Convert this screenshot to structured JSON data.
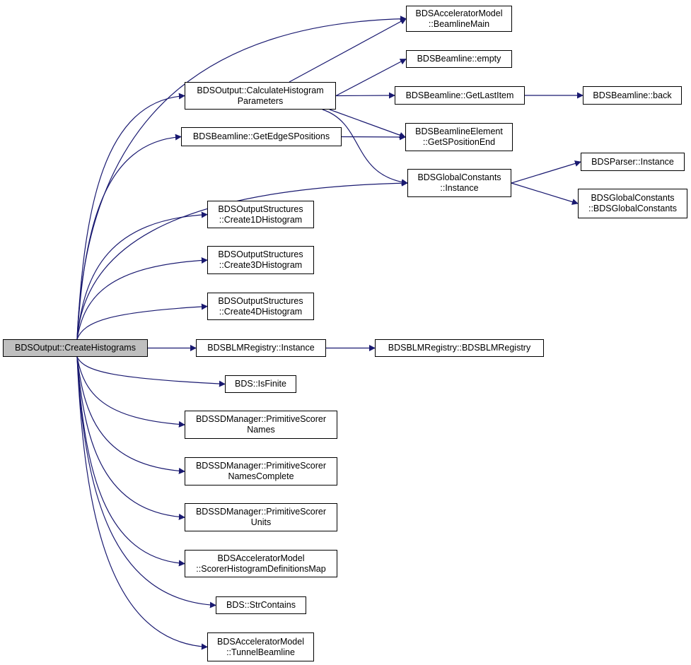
{
  "colors": {
    "edge": "#191970",
    "root_fill": "#bfbfbf",
    "node_fill": "#ffffff",
    "border": "#000000"
  },
  "nodes": {
    "create_histograms": {
      "lines": [
        "BDSOutput::CreateHistograms"
      ]
    },
    "beamline_main": {
      "lines": [
        "BDSAcceleratorModel",
        "::BeamlineMain"
      ]
    },
    "beamline_empty": {
      "lines": [
        "BDSBeamline::empty"
      ]
    },
    "calculate_histogram_parameters": {
      "lines": [
        "BDSOutput::CalculateHistogram",
        "Parameters"
      ]
    },
    "get_last_item": {
      "lines": [
        "BDSBeamline::GetLastItem"
      ]
    },
    "beamline_back": {
      "lines": [
        "BDSBeamline::back"
      ]
    },
    "get_edge_s_positions": {
      "lines": [
        "BDSBeamline::GetEdgeSPositions"
      ]
    },
    "get_s_position_end": {
      "lines": [
        "BDSBeamlineElement",
        "::GetSPositionEnd"
      ]
    },
    "global_constants_instance": {
      "lines": [
        "BDSGlobalConstants",
        "::Instance"
      ]
    },
    "parser_instance": {
      "lines": [
        "BDSParser::Instance"
      ]
    },
    "global_constants_ctor": {
      "lines": [
        "BDSGlobalConstants",
        "::BDSGlobalConstants"
      ]
    },
    "create_1d_histogram": {
      "lines": [
        "BDSOutputStructures",
        "::Create1DHistogram"
      ]
    },
    "create_3d_histogram": {
      "lines": [
        "BDSOutputStructures",
        "::Create3DHistogram"
      ]
    },
    "create_4d_histogram": {
      "lines": [
        "BDSOutputStructures",
        "::Create4DHistogram"
      ]
    },
    "blm_registry_instance": {
      "lines": [
        "BDSBLMRegistry::Instance"
      ]
    },
    "blm_registry_ctor": {
      "lines": [
        "BDSBLMRegistry::BDSBLMRegistry"
      ]
    },
    "is_finite": {
      "lines": [
        "BDS::IsFinite"
      ]
    },
    "primitive_scorer_names": {
      "lines": [
        "BDSSDManager::PrimitiveScorer",
        "Names"
      ]
    },
    "primitive_scorer_names_complete": {
      "lines": [
        "BDSSDManager::PrimitiveScorer",
        "NamesComplete"
      ]
    },
    "primitive_scorer_units": {
      "lines": [
        "BDSSDManager::PrimitiveScorer",
        "Units"
      ]
    },
    "scorer_histogram_definitions_map": {
      "lines": [
        "BDSAcceleratorModel",
        "::ScorerHistogramDefinitionsMap"
      ]
    },
    "str_contains": {
      "lines": [
        "BDS::StrContains"
      ]
    },
    "tunnel_beamline": {
      "lines": [
        "BDSAcceleratorModel",
        "::TunnelBeamline"
      ]
    }
  },
  "edges": [
    {
      "from": "create_histograms",
      "to": "beamline_main"
    },
    {
      "from": "create_histograms",
      "to": "calculate_histogram_parameters"
    },
    {
      "from": "create_histograms",
      "to": "get_edge_s_positions"
    },
    {
      "from": "create_histograms",
      "to": "global_constants_instance"
    },
    {
      "from": "create_histograms",
      "to": "create_1d_histogram"
    },
    {
      "from": "create_histograms",
      "to": "create_3d_histogram"
    },
    {
      "from": "create_histograms",
      "to": "create_4d_histogram"
    },
    {
      "from": "create_histograms",
      "to": "blm_registry_instance"
    },
    {
      "from": "create_histograms",
      "to": "is_finite"
    },
    {
      "from": "create_histograms",
      "to": "primitive_scorer_names"
    },
    {
      "from": "create_histograms",
      "to": "primitive_scorer_names_complete"
    },
    {
      "from": "create_histograms",
      "to": "primitive_scorer_units"
    },
    {
      "from": "create_histograms",
      "to": "scorer_histogram_definitions_map"
    },
    {
      "from": "create_histograms",
      "to": "str_contains"
    },
    {
      "from": "create_histograms",
      "to": "tunnel_beamline"
    },
    {
      "from": "calculate_histogram_parameters",
      "to": "beamline_main"
    },
    {
      "from": "calculate_histogram_parameters",
      "to": "beamline_empty"
    },
    {
      "from": "calculate_histogram_parameters",
      "to": "get_last_item"
    },
    {
      "from": "calculate_histogram_parameters",
      "to": "get_s_position_end"
    },
    {
      "from": "calculate_histogram_parameters",
      "to": "global_constants_instance"
    },
    {
      "from": "get_last_item",
      "to": "beamline_back"
    },
    {
      "from": "get_edge_s_positions",
      "to": "get_s_position_end"
    },
    {
      "from": "global_constants_instance",
      "to": "parser_instance"
    },
    {
      "from": "global_constants_instance",
      "to": "global_constants_ctor"
    },
    {
      "from": "blm_registry_instance",
      "to": "blm_registry_ctor"
    }
  ]
}
